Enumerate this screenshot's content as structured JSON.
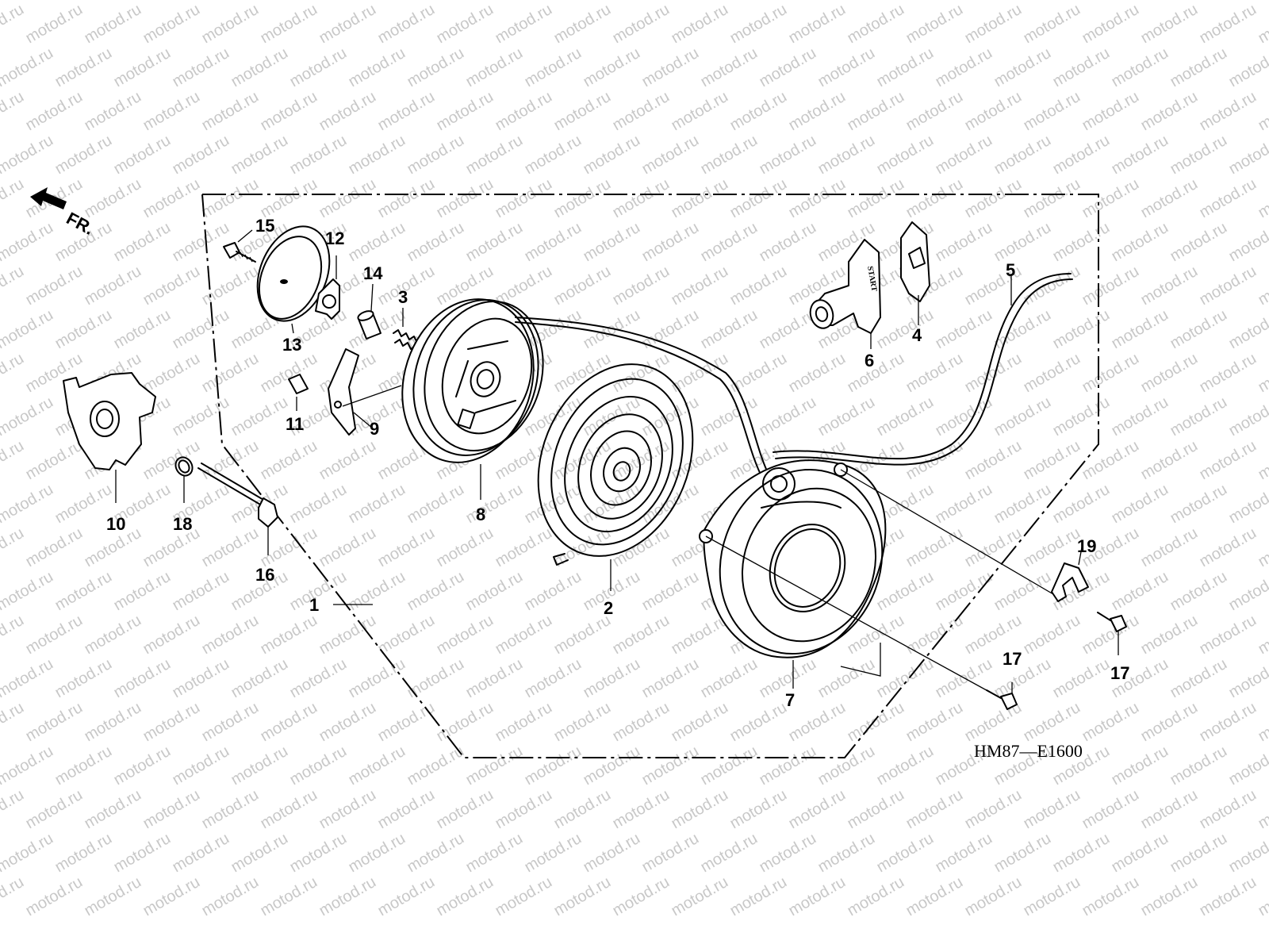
{
  "watermark": "motod.ru",
  "direction_label": "FR.",
  "diagram_code": "HM87—E1600",
  "start_label": "START",
  "callouts": {
    "c1": "1",
    "c2": "2",
    "c3": "3",
    "c4": "4",
    "c5": "5",
    "c6": "6",
    "c7": "7",
    "c8": "8",
    "c9": "9",
    "c10": "10",
    "c11": "11",
    "c12": "12",
    "c13": "13",
    "c14": "14",
    "c15": "15",
    "c16": "16",
    "c17a": "17",
    "c17b": "17",
    "c18": "18",
    "c19": "19"
  }
}
